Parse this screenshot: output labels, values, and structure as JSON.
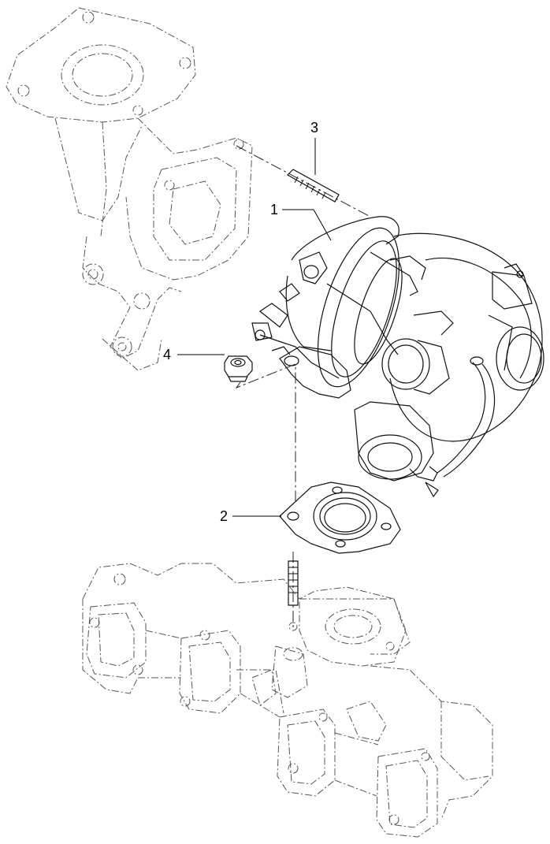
{
  "callouts": [
    {
      "id": "1",
      "label": "1"
    },
    {
      "id": "2",
      "label": "2"
    },
    {
      "id": "3",
      "label": "3"
    },
    {
      "id": "4",
      "label": "4"
    }
  ],
  "colors": {
    "background": "#ffffff",
    "line": "#111111",
    "ghost": "#555555"
  }
}
